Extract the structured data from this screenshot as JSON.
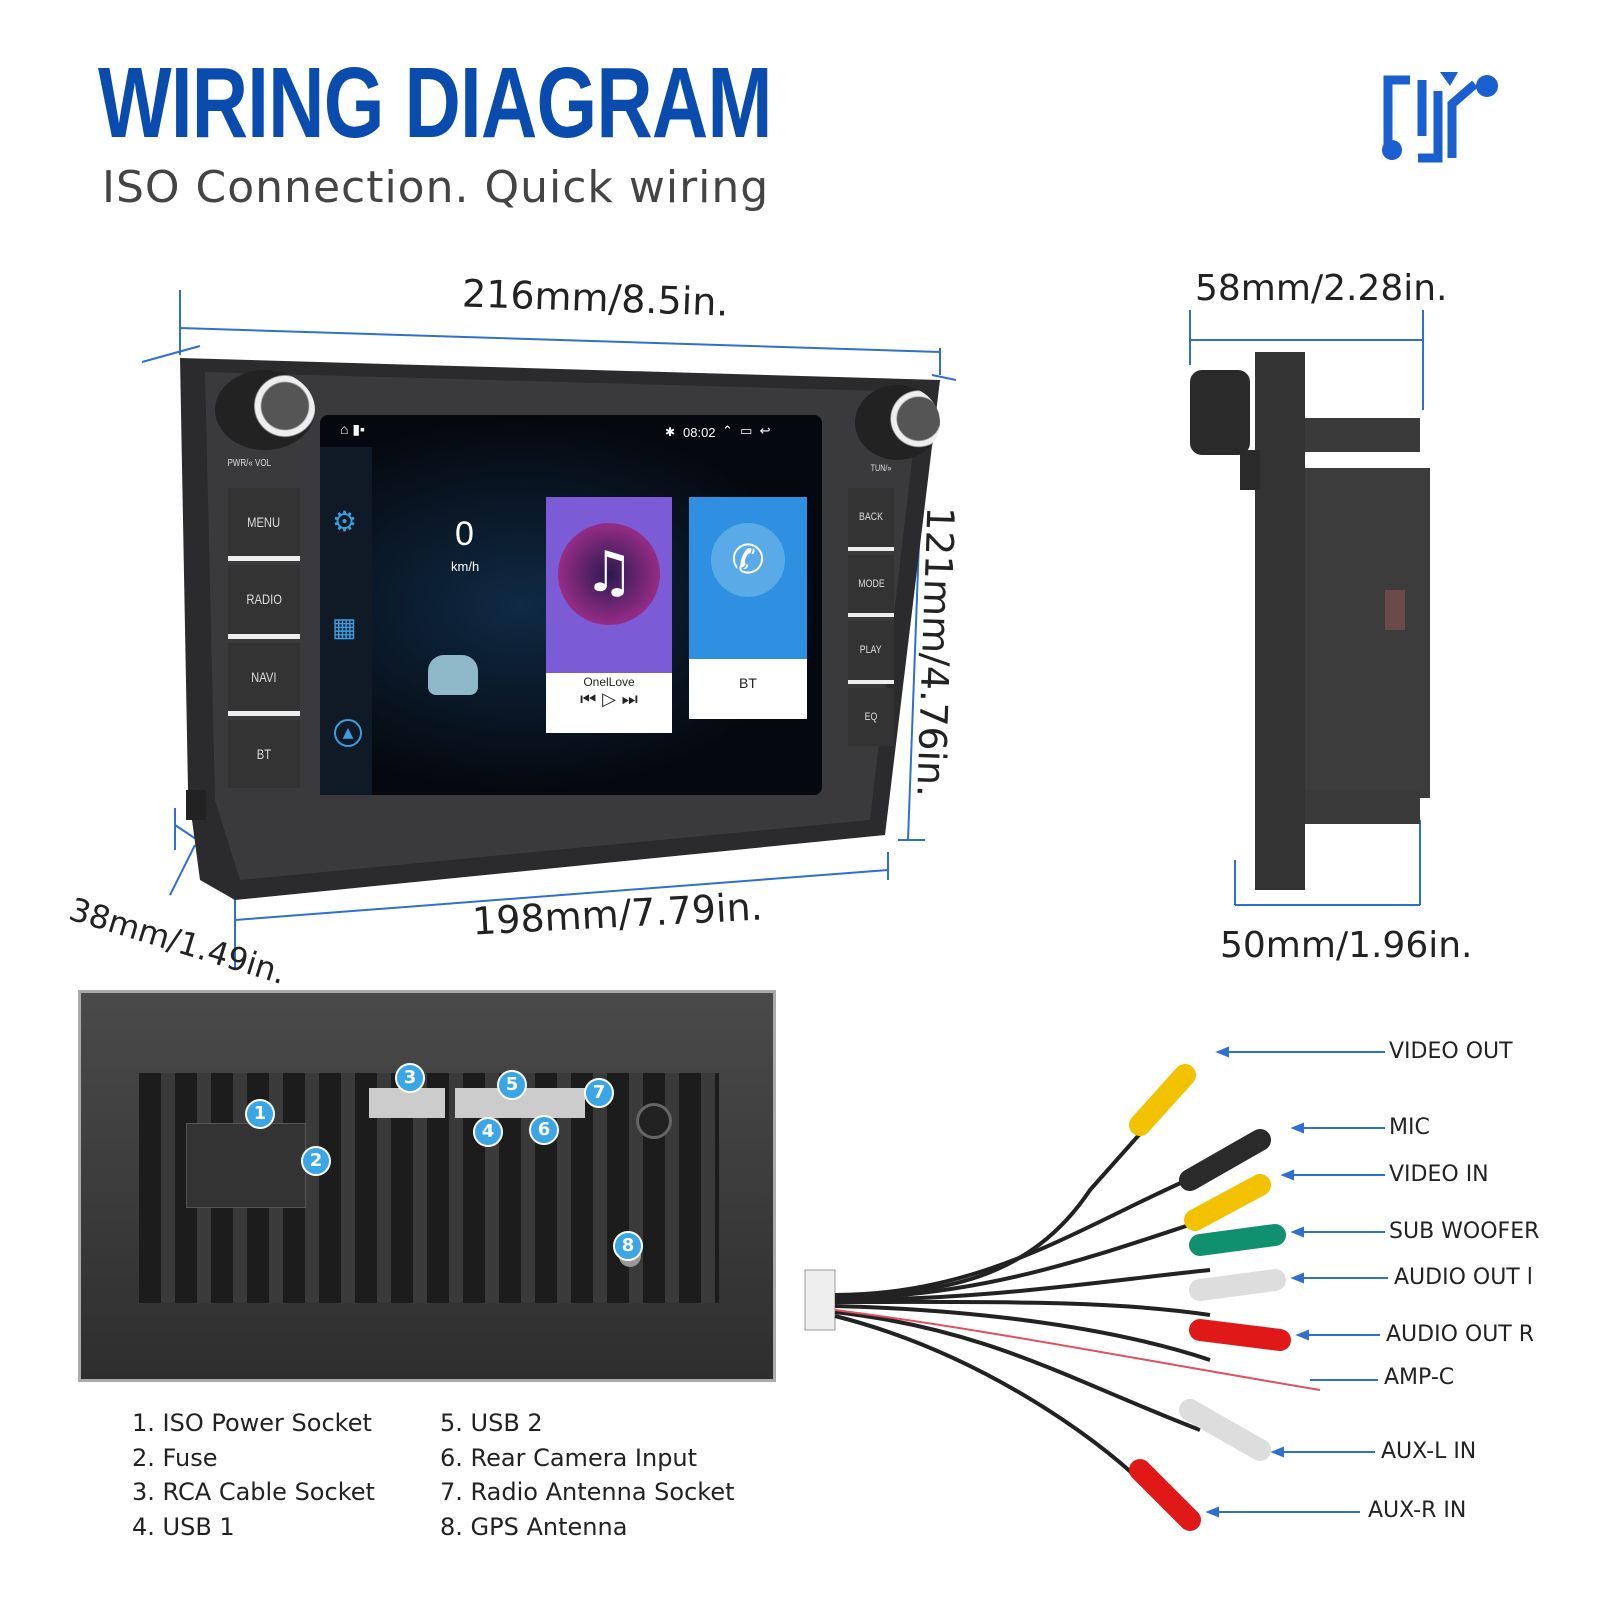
{
  "header": {
    "title": "WIRING DIAGRAM",
    "subtitle": "ISO Connection. Quick wiring",
    "logo_icon": "music-share-icon"
  },
  "dimensions": {
    "width_top": "216mm/8.5in.",
    "width_bottom": "198mm/7.79in.",
    "height": "121mm/4.76in.",
    "depth_front": "38mm/1.49in.",
    "side_top": "58mm/2.28in.",
    "side_bottom": "50mm/1.96in."
  },
  "unit": {
    "left_buttons": [
      "MENU",
      "RADIO",
      "NAVI",
      "BT"
    ],
    "right_buttons": [
      "BACK",
      "MODE",
      "PLAY",
      "EQ"
    ],
    "knob_left_label": "PWR/« VOL",
    "knob_right_label": "TUN/»",
    "screen": {
      "time": "08:02",
      "speed": "0",
      "speed_unit": "km/h",
      "music_title": "OnelLove",
      "bt_label": "BT"
    }
  },
  "back_panel": {
    "markers": [
      "1",
      "2",
      "3",
      "4",
      "5",
      "6",
      "7",
      "8"
    ]
  },
  "legend": {
    "left": [
      "1. ISO Power Socket",
      "2. Fuse",
      "3. RCA Cable Socket",
      "4. USB 1"
    ],
    "right": [
      "5. USB 2",
      "6. Rear Camera Input",
      "7. Radio Antenna Socket",
      "8. GPS Antenna"
    ]
  },
  "cable_labels": [
    "VIDEO OUT",
    "MIC",
    "VIDEO IN",
    "SUB WOOFER",
    "AUDIO OUT l",
    "AUDIO OUT R",
    "AMP-C",
    "AUX-L IN",
    "AUX-R IN"
  ],
  "colors": {
    "brand": "#0a4cae",
    "dimension_line": "#2f6fd0",
    "marker": "#3aa6e6"
  }
}
